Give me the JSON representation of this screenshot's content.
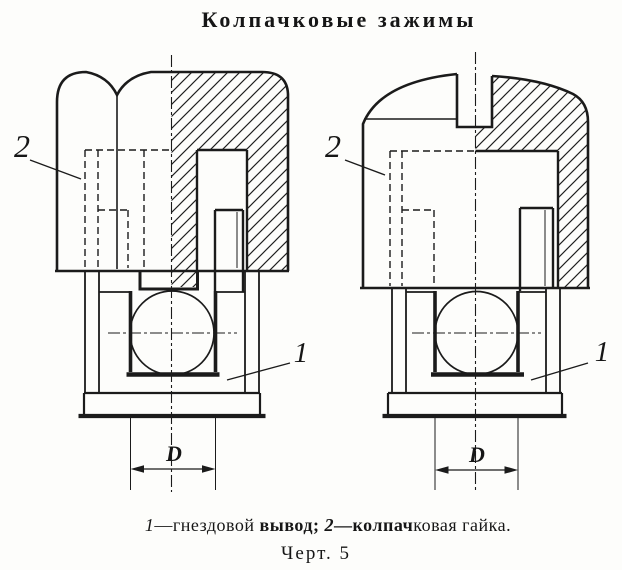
{
  "title": "Колпачковые зажимы",
  "figure_number": "Черт. 5",
  "colors": {
    "ink": "#1b1b1b",
    "paper": "#fdfdfb"
  },
  "caption": {
    "parts": [
      {
        "text": "1",
        "bold": false,
        "italic": true
      },
      {
        "text": "—гнездовой ",
        "bold": false,
        "italic": false
      },
      {
        "text": "вывод; ",
        "bold": true,
        "italic": false
      },
      {
        "text": "2",
        "bold": true,
        "italic": true
      },
      {
        "text": "—колпач",
        "bold": true,
        "italic": false
      },
      {
        "text": "ковая гайка.",
        "bold": false,
        "italic": false
      }
    ]
  },
  "figure": {
    "left": {
      "description": "колпачковая гайка с шестигранной головкой, половинный разрез",
      "cap_label": "2",
      "terminal_label": "1",
      "dimension_label": "D"
    },
    "right": {
      "description": "колпачковая гайка со шлицем под отвёртку, половинный разрез",
      "cap_label": "2",
      "terminal_label": "1",
      "dimension_label": "D"
    }
  }
}
